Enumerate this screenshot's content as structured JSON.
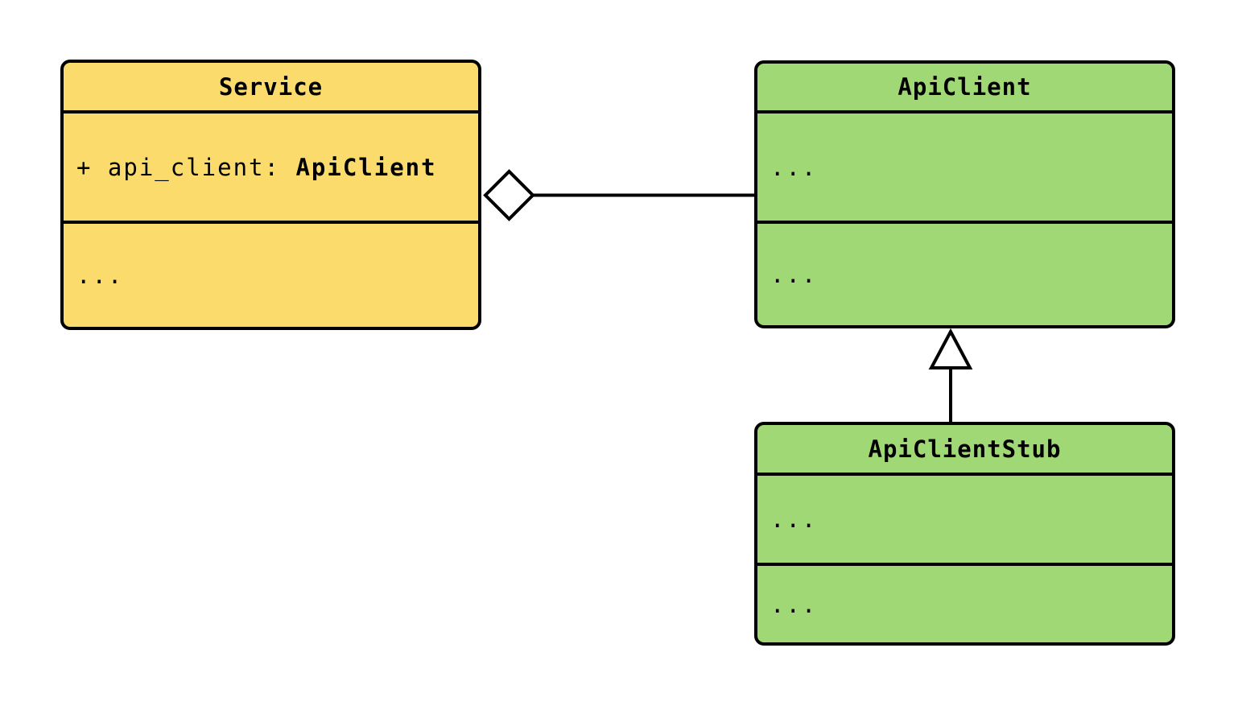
{
  "diagram_type": "uml-class-diagram",
  "colors": {
    "service_fill": "#FCDB6D",
    "client_fill": "#A0D876",
    "stroke": "#000000",
    "background": "#FFFFFF"
  },
  "classes": {
    "service": {
      "title": "Service",
      "attribute_plain": "+ api_client: ",
      "attribute_bold": "ApiClient",
      "methods_placeholder": "..."
    },
    "api_client": {
      "title": "ApiClient",
      "attributes_placeholder": "...",
      "methods_placeholder": "..."
    },
    "api_client_stub": {
      "title": "ApiClientStub",
      "attributes_placeholder": "...",
      "methods_placeholder": "..."
    }
  },
  "relationships": [
    {
      "type": "aggregation",
      "from": "Service",
      "to": "ApiClient",
      "marker": "open-diamond",
      "marker_at": "Service"
    },
    {
      "type": "inheritance",
      "from": "ApiClientStub",
      "to": "ApiClient",
      "marker": "open-triangle",
      "marker_at": "ApiClient"
    }
  ]
}
